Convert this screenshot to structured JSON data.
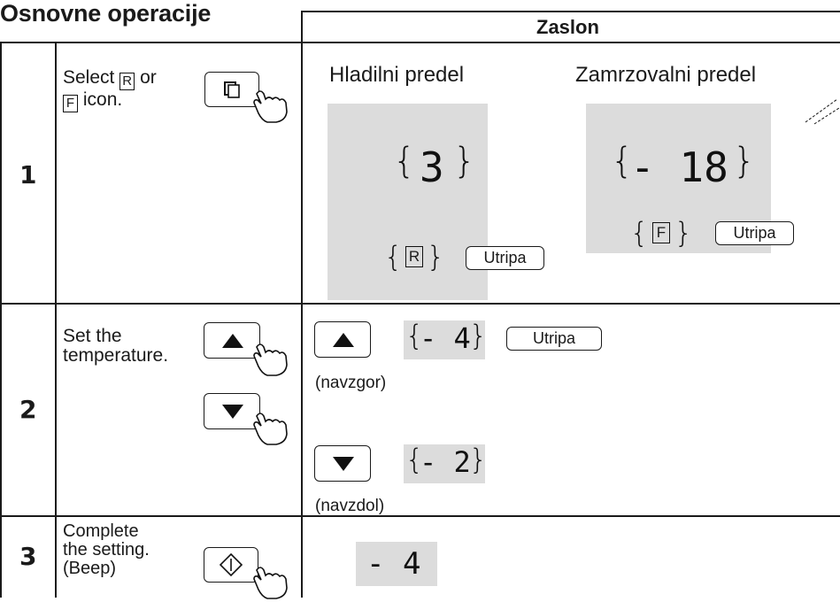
{
  "title": "Osnovne operacije",
  "header": "Zaslon",
  "steps": [
    {
      "number": "1",
      "text_prefix": "Select",
      "text_or": "or",
      "text_suffix": "icon."
    },
    {
      "number": "2",
      "text": "Set the\ntemperature."
    },
    {
      "number": "3",
      "text": "Complete\nthe setting.\n(Beep)"
    }
  ],
  "icons": {
    "r_icon": "R",
    "f_icon": "F"
  },
  "display": {
    "fridge_label": "Hladilni predel",
    "freezer_label": "Zamrzovalni predel",
    "fridge_value": "3",
    "freezer_value": "- 18",
    "blink_label": "Utripa",
    "up_label": "(navzgor)",
    "down_label": "(navzdol)",
    "up_value": "- 4",
    "down_value": "- 2",
    "final_value": "- 4"
  }
}
